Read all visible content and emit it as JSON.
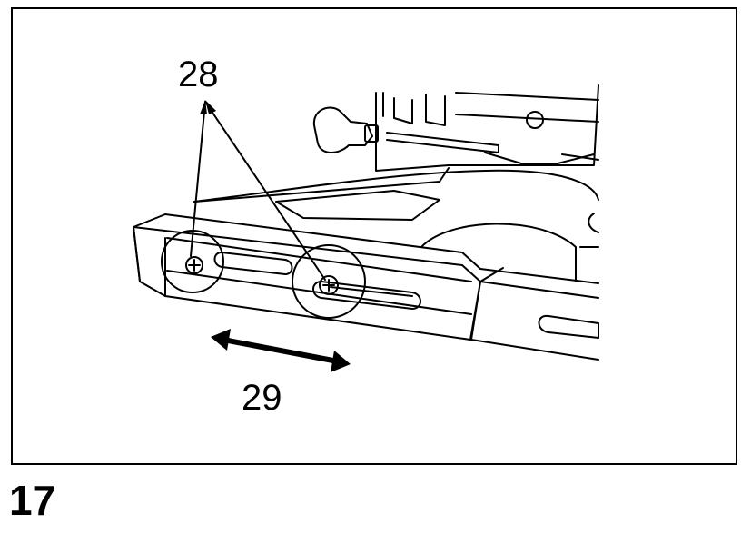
{
  "figure": {
    "number": "17",
    "callouts": {
      "screws": "28",
      "adjust_direction": "29"
    }
  }
}
